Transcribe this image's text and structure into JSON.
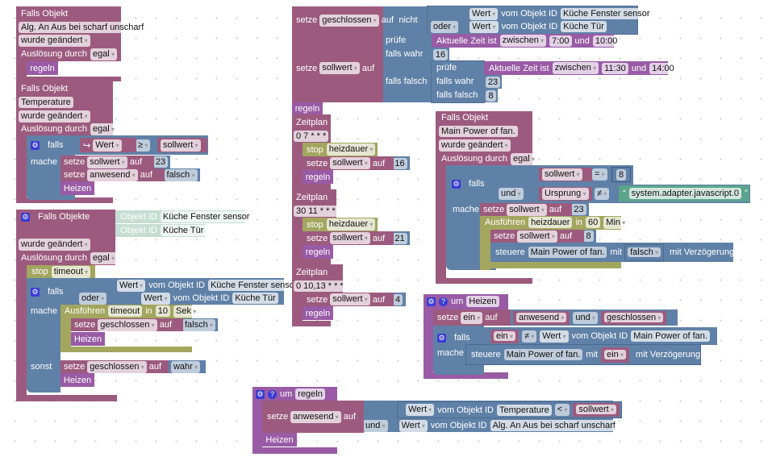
{
  "common": {
    "falls_objekt": "Falls Objekt",
    "falls_objekte": "Falls Objekte",
    "trigger": "wurde geändert",
    "by_label": "Auslösung durch",
    "by": "egal",
    "falls": "falls",
    "mache": "mache",
    "sonst": "sonst",
    "setze": "setze",
    "auf": "auf",
    "wert": "Wert",
    "vom_objekt": "vom Objekt ID",
    "objekt_id": "Objekt ID",
    "oder": "oder",
    "und": "und",
    "nicht": "nicht",
    "pruefe": "prüfe",
    "falls_wahr": "falls wahr",
    "falls_falsch": "falls falsch",
    "zeit": "Aktuelle Zeit ist",
    "zwischen": "zwischen",
    "stop": "stop",
    "ausfuehren": "Ausführen",
    "in": "in",
    "zeitplan": "Zeitplan",
    "um": "um",
    "steuere": "steuere",
    "mit": "mit",
    "verz": "mit Verzögerung"
  },
  "block_a": {
    "object": "Alg. An Aus bei scharf unscharf",
    "call": "regeln"
  },
  "block_b": {
    "object": "Temperature",
    "op": "≥",
    "rhs": "sollwert",
    "var1": "sollwert",
    "val1": "23",
    "var2": "anwesend",
    "val2": "falsch",
    "call": "Heizen"
  },
  "block_c": {
    "obj1": "Küche Fenster sensor",
    "obj2": "Küche Tür",
    "timer": "timeout",
    "delay": "10",
    "unit": "Sek",
    "var": "geschlossen",
    "val_then": "falsch",
    "val_else": "wahr",
    "call": "Heizen"
  },
  "block_d": {
    "var1": "geschlossen",
    "obj1": "Küche Fenster sensor",
    "obj2": "Küche Tür",
    "var2": "sollwert",
    "t1_from": "7:00",
    "t1_to": "10:00",
    "v1": "16",
    "t2_from": "11:30",
    "t2_to": "14:00",
    "v2": "23",
    "v3": "8",
    "call": "regeln"
  },
  "schedules": [
    {
      "cron": "0 7 * * *",
      "timer": "heizdauer",
      "var": "sollwert",
      "val": "16",
      "call": "regeln"
    },
    {
      "cron": "30 11 * * *",
      "timer": "heizdauer",
      "var": "sollwert",
      "val": "21",
      "call": "regeln"
    },
    {
      "cron": "0 10,13 * * *",
      "var": "sollwert",
      "val": "4",
      "call": "regeln"
    }
  ],
  "block_e": {
    "object": "Main Power of fan.",
    "var": "sollwert",
    "op1": "=",
    "n1": "8",
    "lhs2": "Ursprung",
    "op2": "≠",
    "str": "system.adapter.javascript.0",
    "quote_open": "“",
    "quote_close": "”",
    "val1": "23",
    "timer": "heizdauer",
    "delay": "60",
    "unit": "Min",
    "val2": "8",
    "device": "Main Power of fan.",
    "ctl_val": "falsch"
  },
  "proc_heizen": {
    "name": "Heizen",
    "var": "ein",
    "a": "anwesend",
    "b": "geschlossen",
    "op": "≠",
    "object": "Main Power of fan.",
    "device": "Main Power of fan.",
    "ctl_val": "ein"
  },
  "proc_regeln": {
    "name": "regeln",
    "var": "anwesend",
    "obj1": "Temperature",
    "op": "<",
    "rhs": "sollwert",
    "obj2": "Alg. An Aus bei scharf unscharf",
    "call": "Heizen"
  },
  "colors": {
    "event": "#9c5b7e",
    "logic": "#6081a7",
    "procedure": "#995ba5",
    "timer": "#a2a65e",
    "string": "#5ba58c"
  }
}
